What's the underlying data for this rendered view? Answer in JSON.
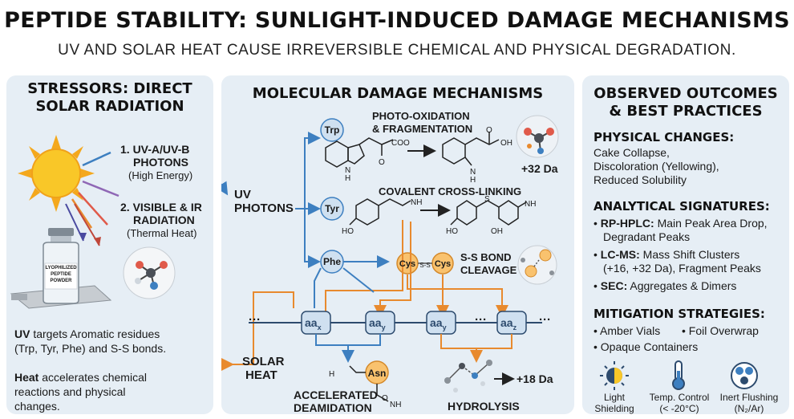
{
  "header": {
    "title": "PEPTIDE STABILITY: SUNLIGHT-INDUCED DAMAGE MECHANISMS",
    "subtitle": "UV AND SOLAR HEAT CAUSE IRREVERSIBLE CHEMICAL AND PHYSICAL DEGRADATION."
  },
  "left": {
    "title_line1": "STRESSORS: DIRECT",
    "title_line2": "SOLAR RADIATION",
    "stressor1_line1": "1. UV-A/UV-B",
    "stressor1_line2": "PHOTONS",
    "stressor1_note": "(High Energy)",
    "stressor2_line1": "2. VISIBLE & IR",
    "stressor2_line2": "RADIATION",
    "stressor2_note": "(Thermal Heat)",
    "vial_label": [
      "LYOPHILIZED",
      "PEPTIDE",
      "POWDER"
    ],
    "uv_bold": "UV",
    "uv_text1": " targets Aromatic residues",
    "uv_text2": "(Trp, Tyr, Phe) and S-S bonds.",
    "heat_bold": "Heat",
    "heat_text1": " accelerates chemical",
    "heat_text2": "reactions and physical",
    "heat_text3": "changes."
  },
  "middle": {
    "title": "MOLECULAR DAMAGE MECHANISMS",
    "uv_line1": "UV",
    "uv_line2": "PHOTONS",
    "solar_line1": "SOLAR",
    "solar_line2": "HEAT",
    "trp": "Trp",
    "tyr": "Tyr",
    "phe": "Phe",
    "photo_ox_line1": "PHOTO-OXIDATION",
    "photo_ox_line2": "& FRAGMENTATION",
    "coo": "COO",
    "oh": "OH",
    "o": "O",
    "nh": "N",
    "h": "H",
    "ho": "HO",
    "nh2": "NH",
    "s": "S",
    "mass_ox": "+32 Da",
    "crosslink": "COVALENT CROSS-LINKING",
    "cys": "Cys",
    "ss": "S-S",
    "ss_bond_line1": "S-S BOND",
    "ss_bond_line2": "CLEAVAGE",
    "chain_nodes": [
      "aa",
      "aa",
      "aa",
      "aa"
    ],
    "chain_subs": [
      "x",
      "y",
      "y",
      "z"
    ],
    "ellipsis": "···",
    "asn": "Asn",
    "h2n": "H",
    "deamid_line1": "ACCELERATED",
    "deamid_line2": "DEAMIDATION",
    "hydrolysis": "HYDROLYSIS",
    "mass_hyd": "+18 Da"
  },
  "right": {
    "title_line1": "OBSERVED OUTCOMES",
    "title_line2": "& BEST PRACTICES",
    "physical_heading": "PHYSICAL CHANGES:",
    "physical_items": [
      "Cake Collapse,",
      "Discoloration (Yellowing),",
      "Reduced Solubility"
    ],
    "analytical_heading": "ANALYTICAL SIGNATURES:",
    "hplc_bold": "RP-HPLC:",
    "hplc_text1": " Main Peak Area Drop,",
    "hplc_text2": "Degradant Peaks",
    "lcms_bold": "LC-MS:",
    "lcms_text1": " Mass Shift Clusters",
    "lcms_text2": "(+16, +32 Da), Fragment Peaks",
    "sec_bold": "SEC:",
    "sec_text": " Aggregates & Dimers",
    "mitigation_heading": "MITIGATION STRATEGIES:",
    "mitigation_items": [
      "Amber Vials",
      "Foil Overwrap",
      "Opaque Containers"
    ],
    "icon1_line1": "Light",
    "icon1_line2": "Shielding",
    "icon2_line1": "Temp. Control",
    "icon2_line2": "(< -20°C)",
    "icon3_line1": "Inert Flushing",
    "icon3_line2": "(N₂/Ar)"
  },
  "colors": {
    "panel_bg": "#e6eef5",
    "uv_blue": "#3d7fc0",
    "heat_orange": "#e88a2e",
    "sun_yellow": "#f9c728",
    "node_blue": "#cfe0f0",
    "cys_orange": "#f9c26e",
    "dark_navy": "#2d4b6e"
  },
  "icons": [
    "sun-icon",
    "vial-icon",
    "molecule-icon",
    "light-shielding-icon",
    "thermometer-icon",
    "inert-flushing-icon"
  ]
}
